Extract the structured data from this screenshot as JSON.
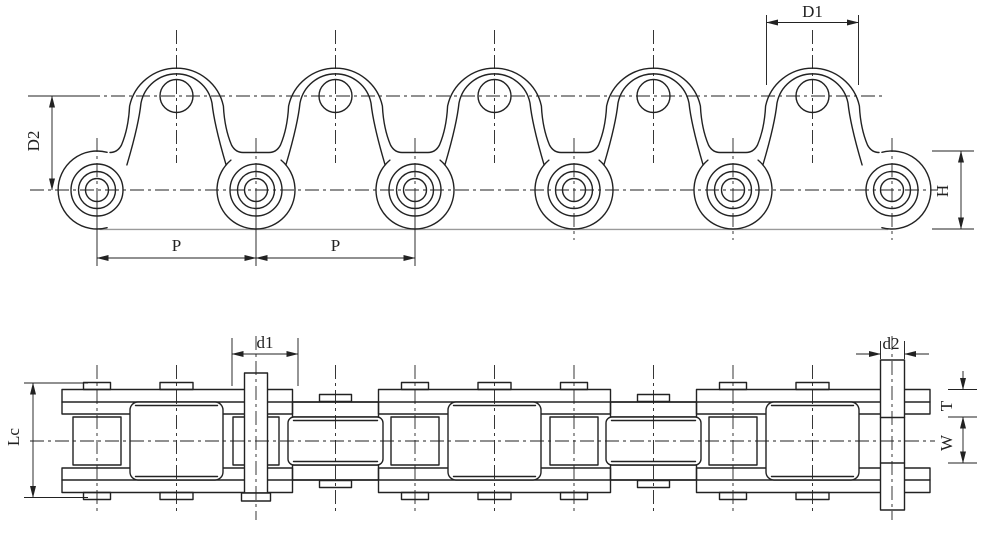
{
  "side_view": {
    "labels": {
      "D1": "D1",
      "D2": "D2",
      "P_left": "P",
      "P_right": "P",
      "H": "H"
    }
  },
  "plan_view": {
    "labels": {
      "d1": "d1",
      "d2": "d2",
      "Lc": "Lc",
      "T": "T",
      "W": "W"
    }
  },
  "colors": {
    "line": "#222222",
    "far_edge_line": "#9a9a9a",
    "background": "#ffffff"
  }
}
